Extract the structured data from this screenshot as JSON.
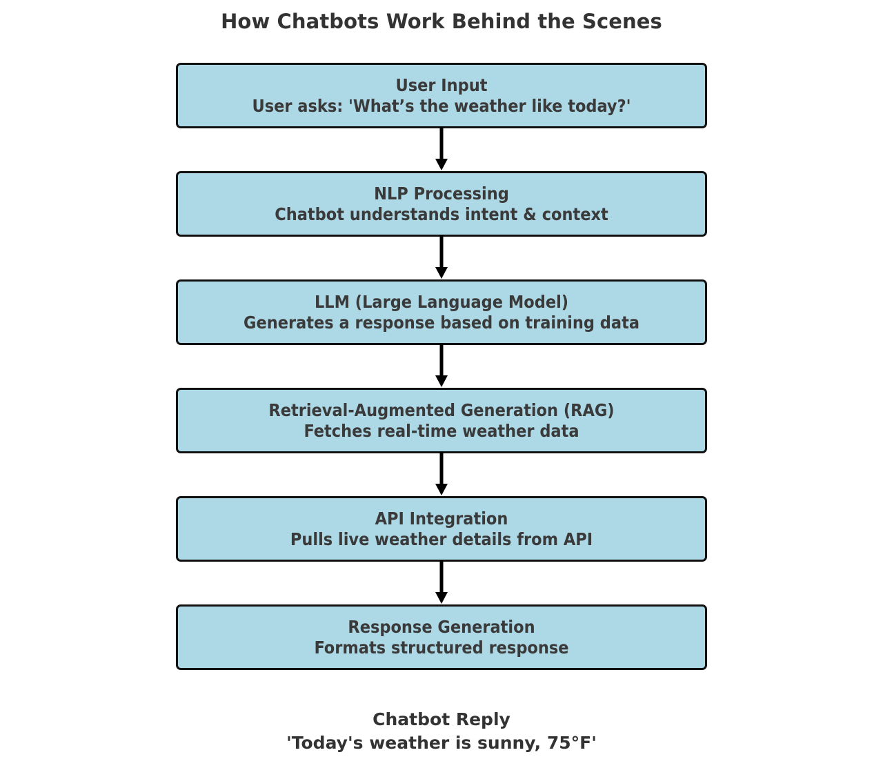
{
  "diagram": {
    "title": "How Chatbots Work Behind the Scenes",
    "orientation": "top-to-bottom",
    "node_fill_color": "#add8e6",
    "node_border_color": "#111111",
    "text_color": "#3a3a3a",
    "arrow_color": "#000000",
    "background_color": "#ffffff",
    "nodes": [
      {
        "id": "user-input",
        "title": "User Input",
        "subtitle": "User asks: 'What’s the weather like today?'"
      },
      {
        "id": "nlp-processing",
        "title": "NLP Processing",
        "subtitle": "Chatbot understands intent & context"
      },
      {
        "id": "llm",
        "title": "LLM (Large Language Model)",
        "subtitle": "Generates a response based on training data"
      },
      {
        "id": "rag",
        "title": "Retrieval-Augmented Generation (RAG)",
        "subtitle": "Fetches real-time weather data"
      },
      {
        "id": "api-integration",
        "title": "API Integration",
        "subtitle": "Pulls live weather details from API"
      },
      {
        "id": "response-generation",
        "title": "Response Generation",
        "subtitle": "Formats structured response"
      }
    ],
    "edges": [
      {
        "from": "user-input",
        "to": "nlp-processing"
      },
      {
        "from": "nlp-processing",
        "to": "llm"
      },
      {
        "from": "llm",
        "to": "rag"
      },
      {
        "from": "rag",
        "to": "api-integration"
      },
      {
        "from": "api-integration",
        "to": "response-generation"
      }
    ],
    "caption": {
      "line1": "Chatbot Reply",
      "line2": "'Today's weather is sunny, 75°F'"
    }
  }
}
